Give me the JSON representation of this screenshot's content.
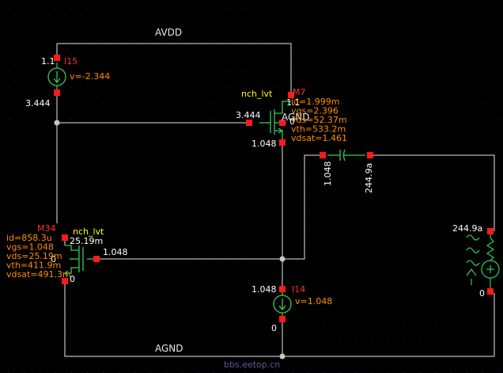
{
  "nets": {
    "avdd": "AVDD",
    "agnd_bottom": "AGND",
    "agnd_label": "AGND"
  },
  "colors": {
    "background": "#000000",
    "wire": "#e6e6e6",
    "pin": "#ff1a1a",
    "source": "#33cc55",
    "device": "#33cc55",
    "cell": "#ffff00",
    "param": "#ff8c00",
    "name": "#ff3030",
    "dot": "#c8c8c8",
    "grid": "#1e1e3c"
  },
  "i15": {
    "name": "I15",
    "top_value": "1.1",
    "param": "v=-2.344",
    "bottom_value": "3.444"
  },
  "m7": {
    "cell": "nch_lvt",
    "name": "M7",
    "drain_value": "1.1",
    "gate_value": "3.444",
    "bulk_value": "0",
    "source_value": "1.048",
    "params": [
      "id=1.999m",
      "vgs=2.396",
      "vds=52.37m",
      "vth=533.2m",
      "vdsat=1.461"
    ]
  },
  "ammeter": {
    "left_value": "1.048",
    "right_value": "244.9a"
  },
  "m34": {
    "cell": "nch_lvt",
    "name": "M34",
    "drain_value": "25.19m",
    "gate_value": "1.048",
    "bulk_value": "0",
    "source_value": "0",
    "params": [
      "id=858.3u",
      "vgs=1.048",
      "vds=25.19m",
      "vth=411.9m",
      "vdsat=491.3m"
    ]
  },
  "i14": {
    "name": "I14",
    "top_value": "1.048",
    "param": "v=1.048",
    "bottom_value": "0"
  },
  "vsrc": {
    "top_value": "244.9a",
    "bottom_value": "0"
  },
  "watermark": "bbs.eetop.cn"
}
